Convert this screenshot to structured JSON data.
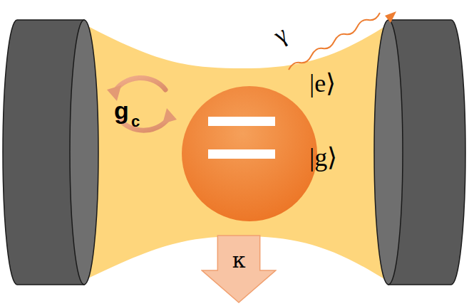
{
  "diagram": {
    "nodes": [
      {
        "text": [
          "κ"
        ]
      }
    ],
    "labels": [
      "g",
      "c",
      "|e⟩",
      "|g⟩",
      "γ"
    ]
  }
}
